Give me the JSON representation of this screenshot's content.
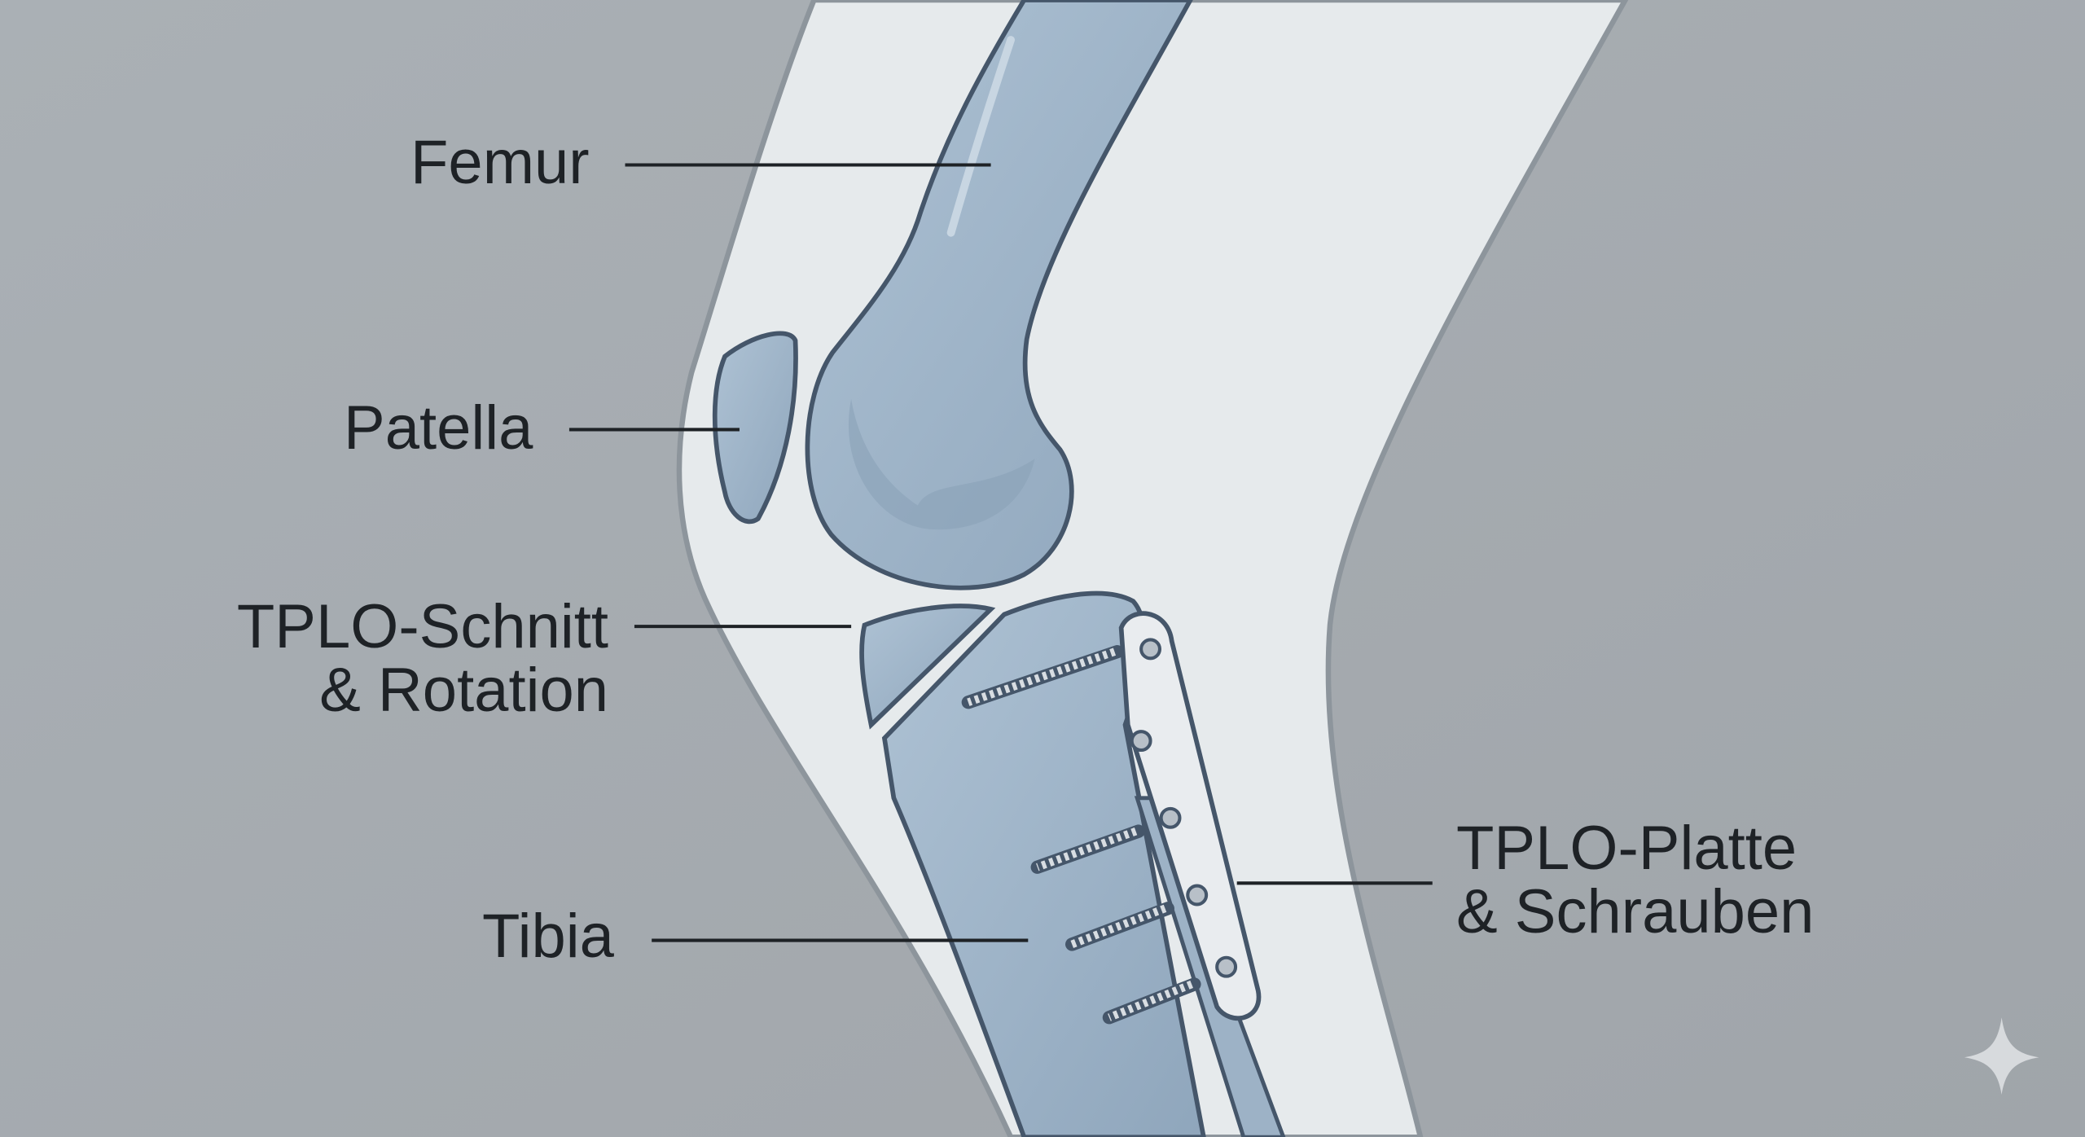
{
  "labels": {
    "femur": "Femur",
    "patella": "Patella",
    "tplo_cut_line1": "TPLO-Schnitt",
    "tplo_cut_line2": "& Rotation",
    "tibia": "Tibia",
    "tplo_plate_line1": "TPLO-Platte",
    "tplo_plate_line2": "& Schrauben"
  },
  "colors": {
    "background": "#a7acb1",
    "leg": "#e6eaec",
    "bone": "#9fb4c8",
    "outline": "#45566a",
    "plate": "#e9ecef"
  },
  "icons": {
    "corner": "sparkle-icon"
  }
}
